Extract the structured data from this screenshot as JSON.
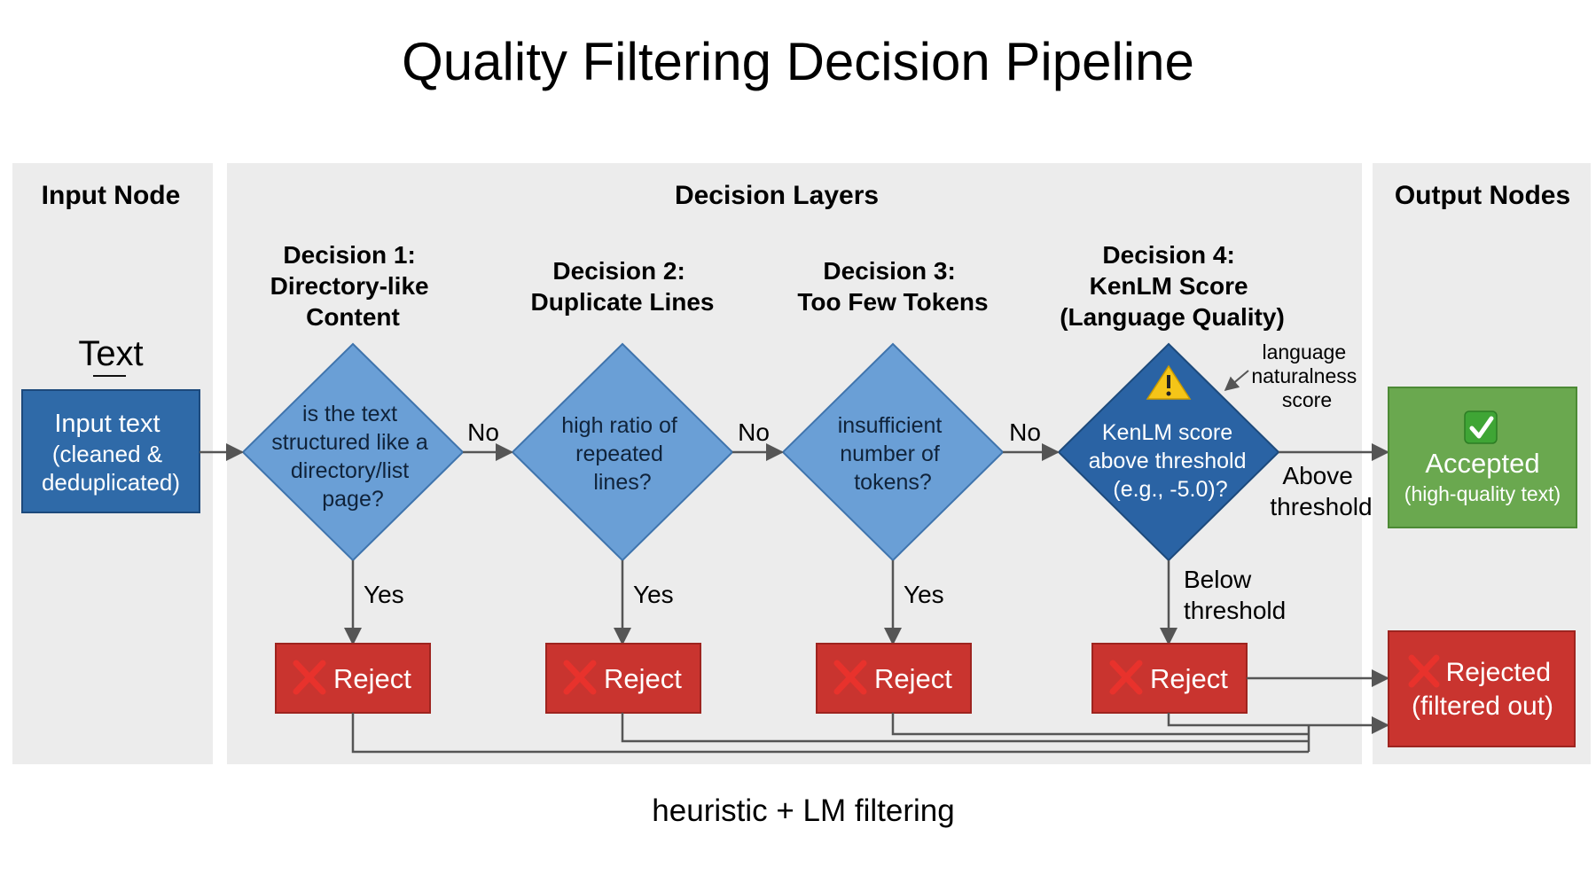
{
  "title": "Quality Filtering Decision Pipeline",
  "caption": "heuristic + LM filtering",
  "sections": {
    "input": "Input Node",
    "decisions": "Decision Layers",
    "output": "Output Nodes"
  },
  "input": {
    "heading": "Text",
    "box_lines": [
      "Input text",
      "(cleaned &",
      "deduplicated)"
    ]
  },
  "decisions": [
    {
      "title_lines": [
        "Decision 1:",
        "Directory-like",
        "Content"
      ],
      "question_lines": [
        "is the text",
        "structured like a",
        "directory/list",
        "page?"
      ]
    },
    {
      "title_lines": [
        "Decision 2:",
        "Duplicate Lines"
      ],
      "question_lines": [
        "high ratio of",
        "repeated",
        "lines?"
      ]
    },
    {
      "title_lines": [
        "Decision 3:",
        "Too Few Tokens"
      ],
      "question_lines": [
        "insufficient",
        "number of",
        "tokens?"
      ]
    },
    {
      "title_lines": [
        "Decision 4:",
        "KenLM Score",
        "(Language Quality)"
      ],
      "question_lines": [
        "KenLM score",
        "above threshold",
        "(e.g., -5.0)?"
      ]
    }
  ],
  "annotation_lines": [
    "language",
    "naturalness",
    "score"
  ],
  "edge_labels": {
    "no": "No",
    "yes": "Yes",
    "above_lines": [
      "Above",
      "threshold"
    ],
    "below_lines": [
      "Below",
      "threshold"
    ]
  },
  "reject_label": "Reject",
  "accepted": {
    "label": "Accepted",
    "sub": "(high-quality text)"
  },
  "rejected": {
    "lines": [
      "Rejected",
      "(filtered out)"
    ]
  },
  "colors": {
    "panel": "#ececec",
    "input_box": "#2f6aa8",
    "diamond": "#6a9fd6",
    "diamond_dark": "#2a63a4",
    "reject": "#c9342f",
    "accepted": "#6aa84f",
    "warning": "#f5c518",
    "arrow": "#555555"
  }
}
